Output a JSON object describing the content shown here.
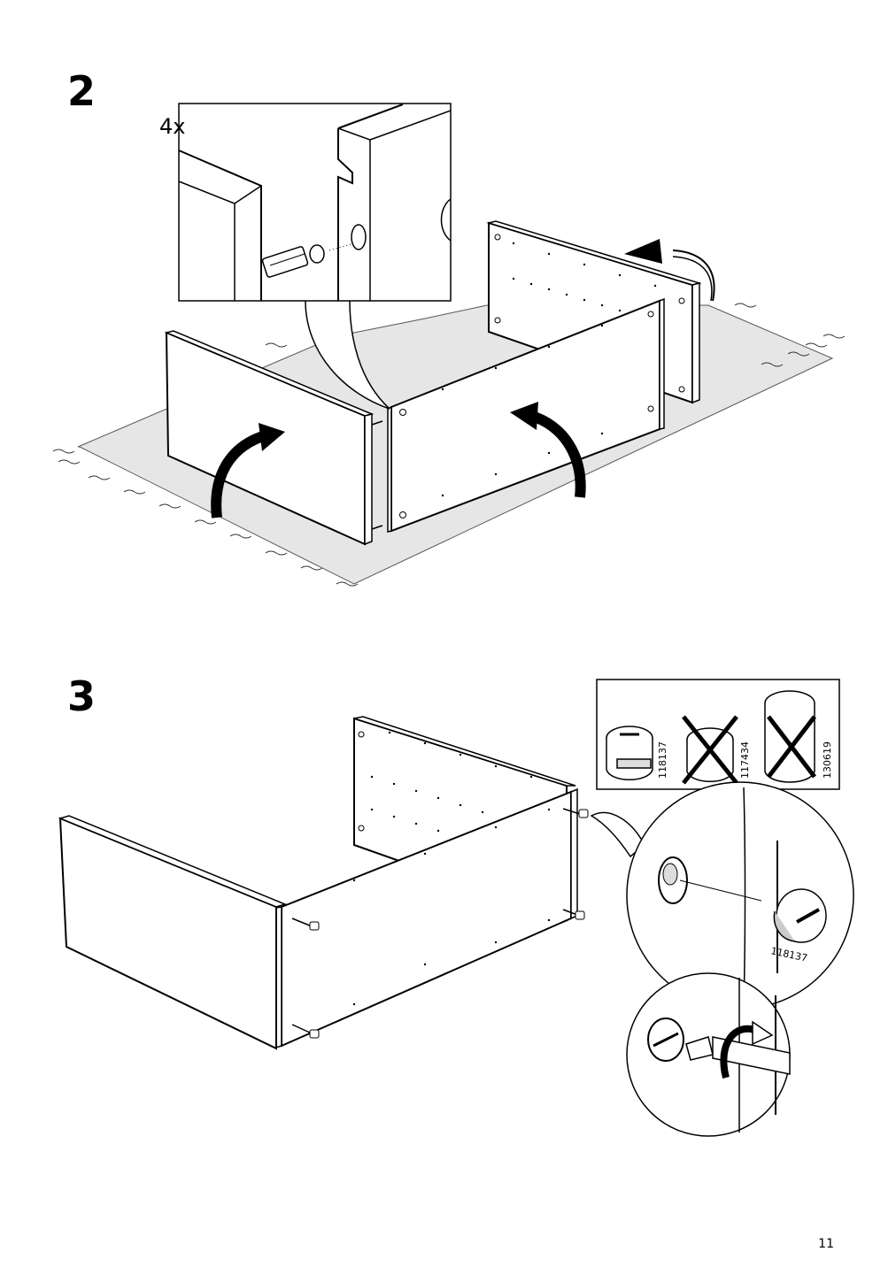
{
  "steps": [
    {
      "number": "2",
      "detail_quantity": "4x"
    },
    {
      "number": "3"
    }
  ],
  "fittings": {
    "reference_codes": [
      "118137",
      "117434",
      "130619"
    ],
    "detail_code": "118137"
  },
  "page": {
    "number": "11"
  }
}
